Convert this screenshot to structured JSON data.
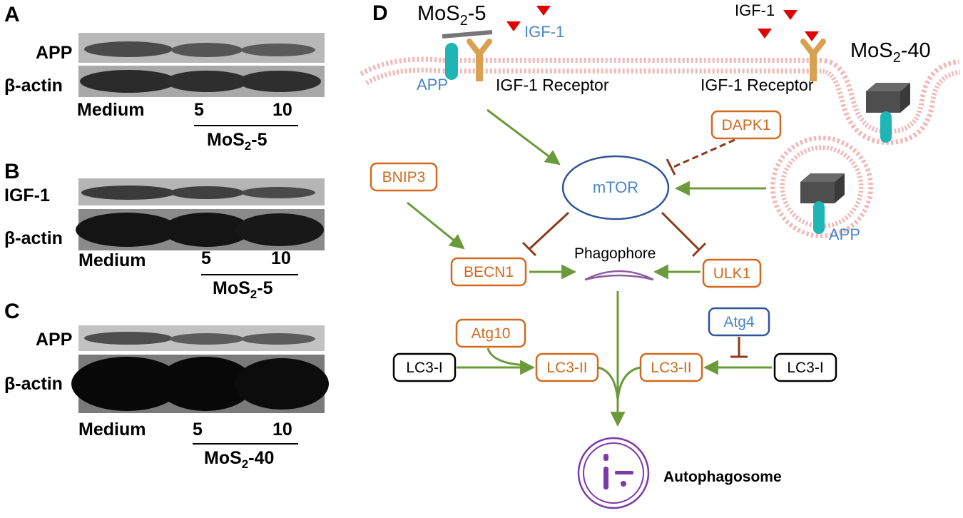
{
  "panels": {
    "A": {
      "letter": "A",
      "rows": [
        "APP",
        "β-actin"
      ],
      "lanes": [
        "Medium",
        "5",
        "10"
      ],
      "group_main": "MoS",
      "group_sub": "2",
      "group_tail": "-5"
    },
    "B": {
      "letter": "B",
      "rows": [
        "IGF-1",
        "β-actin"
      ],
      "lanes": [
        "Medium",
        "5",
        "10"
      ],
      "group_main": "MoS",
      "group_sub": "2",
      "group_tail": "-5"
    },
    "C": {
      "letter": "C",
      "rows": [
        "APP",
        "β-actin"
      ],
      "lanes": [
        "Medium",
        "5",
        "10"
      ],
      "group_main": "MoS",
      "group_sub": "2",
      "group_tail": "-40"
    },
    "D": {
      "letter": "D",
      "mos2_5": {
        "main": "MoS",
        "sub": "2",
        "tail": "-5"
      },
      "mos2_40": {
        "main": "MoS",
        "sub": "2",
        "tail": "-40"
      },
      "igf1_left": "IGF-1",
      "igf1_right": "IGF-1",
      "app_left": "APP",
      "app_vesicle": "APP",
      "receptor_left": "IGF-1 Receptor",
      "receptor_right": "IGF-1 Receptor",
      "nodes": {
        "mtor": "mTOR",
        "dapk1": "DAPK1",
        "bnip3": "BNIP3",
        "becn1": "BECN1",
        "ulk1": "ULK1",
        "atg10": "Atg10",
        "atg4": "Atg4",
        "lc3i_left": "LC3-I",
        "lc3i_right": "LC3-I",
        "lc3ii_left": "LC3-II",
        "lc3ii_right": "LC3-II",
        "phagophore": "Phagophore",
        "autophagosome": "Autophagosome"
      },
      "colors": {
        "green_arrow": "#6b9a3a",
        "inhibit": "#8b3a1a",
        "orange_node": "#d2691e",
        "blue_node": "#4a86c8",
        "membrane": "#f2b8b8",
        "receptor": "#d9a050",
        "app_protein": "#1fb5b5",
        "igf1_triangle": "#e00000",
        "autophagosome": "#7b3aa8"
      }
    }
  }
}
